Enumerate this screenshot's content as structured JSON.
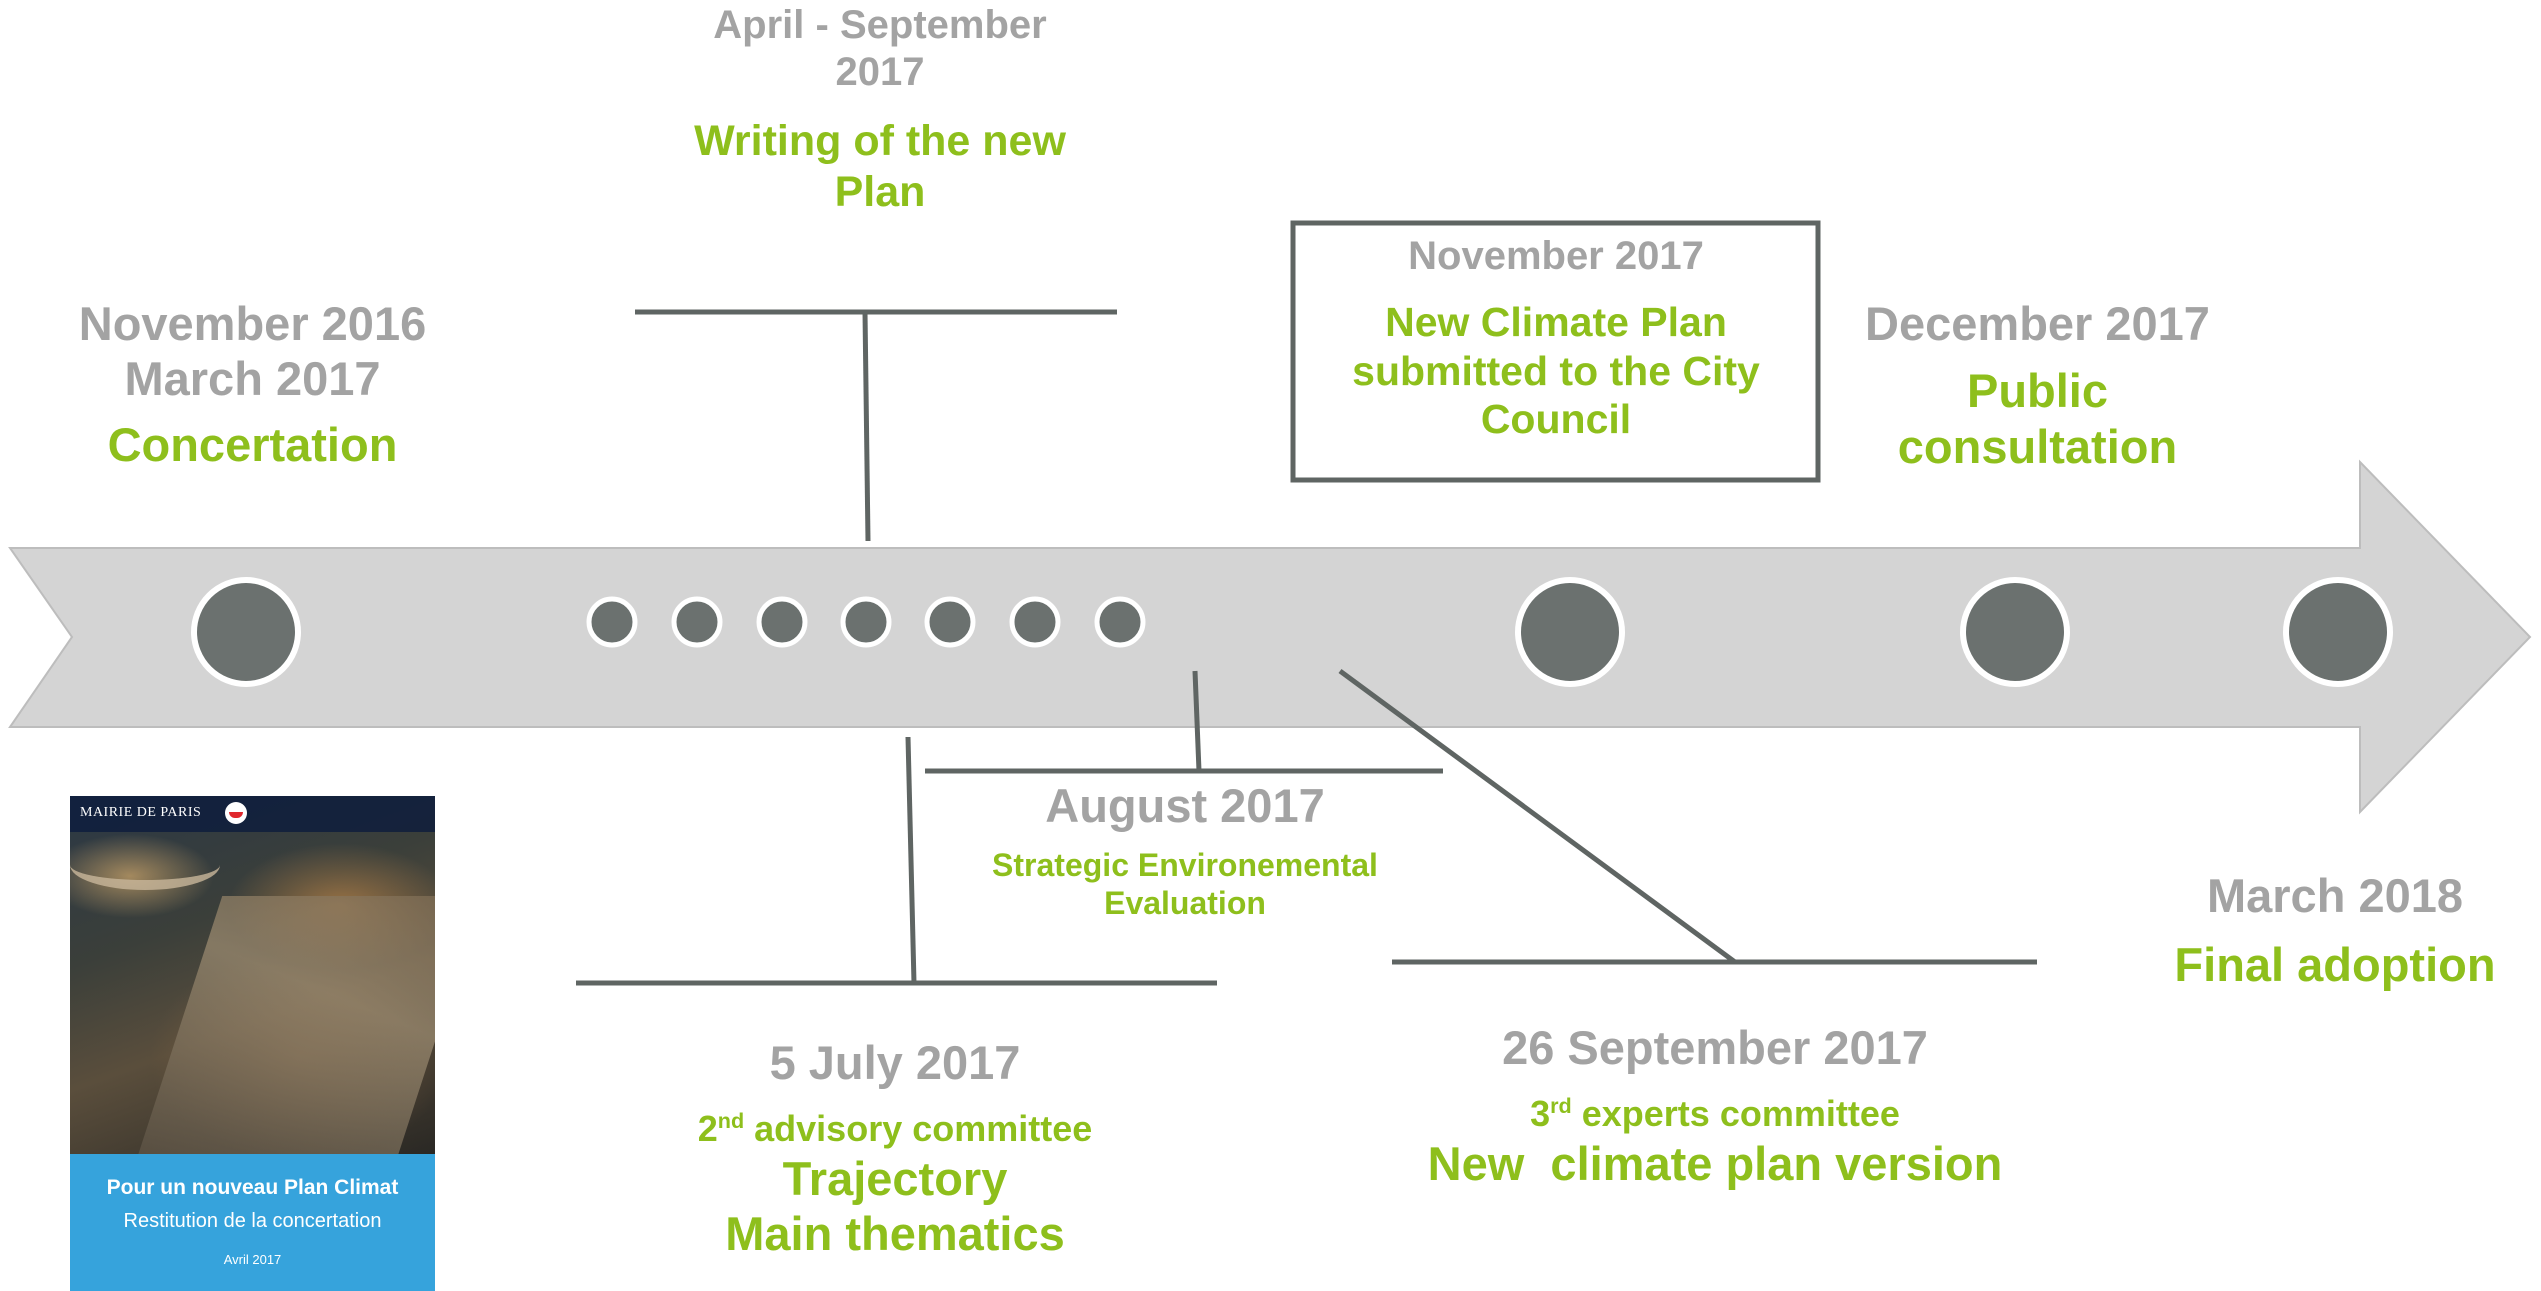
{
  "timeline": {
    "concertation": {
      "date_line1": "November 2016",
      "date_line2": "March 2017",
      "label": "Concertation"
    },
    "writing": {
      "date_line1": "April - September",
      "date_line2": "2017",
      "label_line1": "Writing of the new",
      "label_line2": "Plan"
    },
    "submitted": {
      "date": "November 2017",
      "label_line1": "New Climate Plan",
      "label_line2": "submitted to the City",
      "label_line3": "Council"
    },
    "public_consultation": {
      "date": "December 2017",
      "label_line1": "Public",
      "label_line2": "consultation"
    },
    "final_adoption": {
      "date": "March 2018",
      "label": "Final adoption"
    },
    "evaluation": {
      "date": "August 2017",
      "label_line1": "Strategic Environemental",
      "label_line2": "Evaluation"
    },
    "committee2": {
      "date": "5 July 2017",
      "ordinal_num": "2",
      "ordinal_suffix": "nd",
      "ordinal_rest": " advisory committee",
      "label_line1": "Trajectory",
      "label_line2": "Main thematics"
    },
    "committee3": {
      "date": "26 September 2017",
      "ordinal_num": "3",
      "ordinal_suffix": "rd",
      "ordinal_rest": " experts committee",
      "label": "New  climate plan version"
    }
  },
  "brochure": {
    "brand": "MAIRIE DE PARIS",
    "title": "Pour un nouveau Plan Climat",
    "subtitle": "Restitution de la concertation",
    "date": "Avril 2017"
  },
  "colors": {
    "date_gray": "#a3a3a3",
    "label_green": "#8ebf1c",
    "arrow_fill": "#d4d4d4",
    "marker_fill": "#6b716f",
    "line": "#5f6563"
  }
}
